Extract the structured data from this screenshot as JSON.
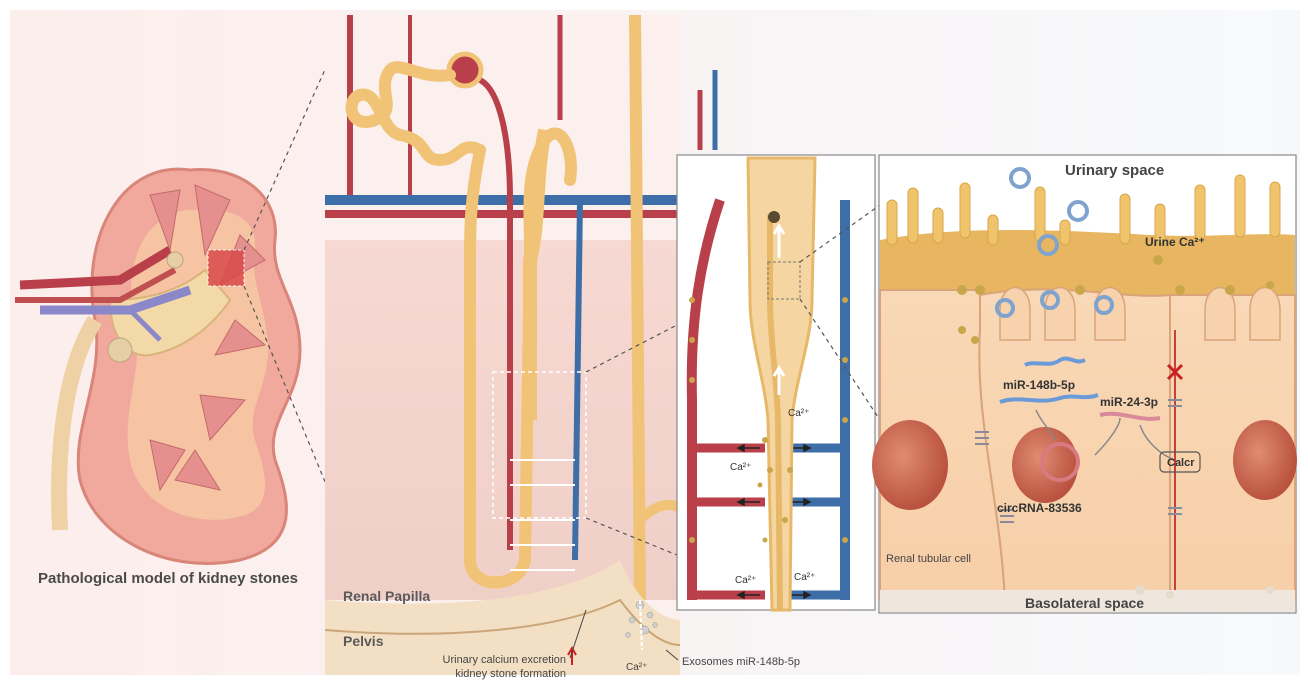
{
  "kidney_caption": "Pathological model of kidney stones",
  "nephron": {
    "renal_papilla": "Renal Papilla",
    "pelvis": "Pelvis",
    "note_line1": "Urinary calcium excretion",
    "note_line2": "kidney stone formation",
    "exosomes": "Exosomes miR-148b-5p",
    "ca_label": "Ca²⁺"
  },
  "zoom": {
    "ca": "Ca²⁺"
  },
  "cell": {
    "urinary_space": "Urinary space",
    "urine_ca": "Urine Ca²⁺",
    "mir148": "miR-148b-5p",
    "mir24": "miR-24-3p",
    "circrna": "circRNA-83536",
    "calcr": "Calcr",
    "renal_tubular_cell": "Renal tubular cell",
    "basolateral_space": "Basolateral space"
  },
  "colors": {
    "artery": "#b9404a",
    "vein": "#3d6ea8",
    "tubule": "#f1c377",
    "cell": "#f7d2ad",
    "nucleus": "#cf6d5a"
  }
}
